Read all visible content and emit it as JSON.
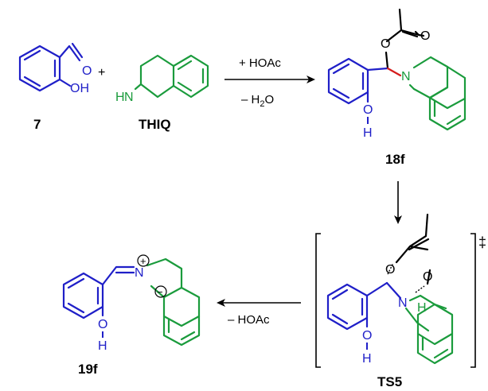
{
  "compounds": {
    "c7": "7",
    "thiq": "THIQ",
    "c18f": "18f",
    "ts5": "TS5",
    "c19f": "19f"
  },
  "conditions": {
    "forward_top": "+ HOAc",
    "forward_bottom_prefix": "– H",
    "forward_bottom_sub": "2",
    "forward_bottom_suffix": "O",
    "reverse": "– HOAc",
    "plus": "+"
  },
  "atoms": {
    "o_aldehyde": "O",
    "oh_7": "OH",
    "nh_thiq": "N",
    "h_thiq": "H",
    "o_ester_18f": "O",
    "o_carbonyl_18f": "O",
    "n_18f": "N",
    "o_phenol_18f": "O",
    "h_phenol_18f": "H",
    "o_ester_ts5": "O",
    "o_carbonyl_ts5": "O",
    "n_ts5": "N",
    "h_transfer_ts5": "H",
    "o_phenol_ts5": "O",
    "h_phenol_ts5": "H",
    "n_19f": "N",
    "plus_19f": "+",
    "minus_19f": "−",
    "o_phenol_19f": "O",
    "h_phenol_19f": "H",
    "double_dagger": "‡"
  },
  "colors": {
    "aldehyde_fragment": "#1f1fc8",
    "thiq_fragment": "#1a9b3c",
    "new_bond": "#d51c1c",
    "acetate": "#000000"
  }
}
